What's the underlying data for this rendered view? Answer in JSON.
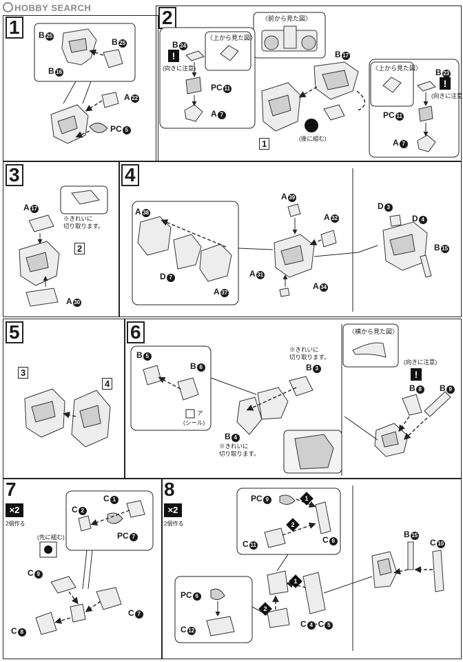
{
  "watermark": "HOBBY SEARCH",
  "steps": [
    {
      "num": "1",
      "labels": [
        "B",
        "B",
        "B",
        "A",
        "PC"
      ],
      "nums": [
        "25",
        "25",
        "16",
        "22",
        "5"
      ]
    },
    {
      "num": "2"
    },
    {
      "num": "3"
    },
    {
      "num": "4"
    },
    {
      "num": "5"
    },
    {
      "num": "6"
    },
    {
      "num": "7"
    },
    {
      "num": "8"
    }
  ],
  "s1": {
    "b1": "B",
    "b1n": "25",
    "b2": "B",
    "b2n": "25",
    "b3": "B",
    "b3n": "16",
    "a": "A",
    "an": "22",
    "pc": "PC",
    "pcn": "5"
  },
  "s2": {
    "view_front": "〈前から見た図〉",
    "view_top_l": "〈上から見た図〉",
    "view_top_r": "〈上から見た図〉",
    "orient_l": "(向きに注意)",
    "orient_r": "(向きに注意)",
    "b24": "B",
    "b24n": "24",
    "pc11l": "PC",
    "pc11ln": "11",
    "a7l": "A",
    "a7ln": "7",
    "b17": "B",
    "b17n": "17",
    "ref1": "1",
    "after": "(後に組む)",
    "b23": "B",
    "b23n": "23",
    "pc11r": "PC",
    "pc11rn": "11",
    "a7r": "A",
    "a7rn": "7"
  },
  "s3": {
    "a17": "A",
    "a17n": "17",
    "note": "※きれいに\n切り取ります。",
    "ref2": "2",
    "a30": "A",
    "a30n": "30"
  },
  "s4": {
    "a38": "A",
    "a38n": "38",
    "d7": "D",
    "d7n": "7",
    "a37": "A",
    "a37n": "37",
    "a39": "A",
    "a39n": "39",
    "a32": "A",
    "a32n": "32",
    "a31": "A",
    "a31n": "31",
    "a34": "A",
    "a34n": "34",
    "d3": "D",
    "d3n": "3",
    "d4": "D",
    "d4n": "4",
    "b15": "B",
    "b15n": "15"
  },
  "s5": {
    "ref3": "3",
    "ref4": "4"
  },
  "s6": {
    "b5": "B",
    "b5n": "5",
    "b6": "B",
    "b6n": "6",
    "sticker": "ア",
    "seal": "(シール)",
    "note1": "※きれいに\n切り取ります。",
    "b3": "B",
    "b3n": "3",
    "b4": "B",
    "b4n": "4",
    "note2": "※きれいに\n切り取ります。",
    "view_side": "〈横から見た図〉",
    "orient": "(向きに注意)",
    "b8": "B",
    "b8n": "8",
    "b9": "B",
    "b9n": "9"
  },
  "s7": {
    "x2": "×2",
    "x2note": "2個作る",
    "after": "(先に組む)",
    "c1": "C",
    "c1n": "1",
    "c2": "C",
    "c2n": "2",
    "pc7": "PC",
    "pc7n": "7",
    "c9": "C",
    "c9n": "9",
    "c7": "C",
    "c7n": "7",
    "c8": "C",
    "c8n": "8"
  },
  "s8": {
    "x2": "×2",
    "x2note": "2個作る",
    "pc9": "PC",
    "pc9n": "9",
    "c11": "C",
    "c11n": "11",
    "c6": "C",
    "c6n": "6",
    "pc6": "PC",
    "pc6n": "6",
    "c12": "C",
    "c12n": "12",
    "c45": "C",
    "c45n4": "4",
    "c45n5": "5",
    "b15": "B",
    "b15n": "15",
    "c10": "C",
    "c10n": "10",
    "seq1": "1",
    "seq2": "2",
    "seq1b": "1",
    "seq2b": "2"
  }
}
